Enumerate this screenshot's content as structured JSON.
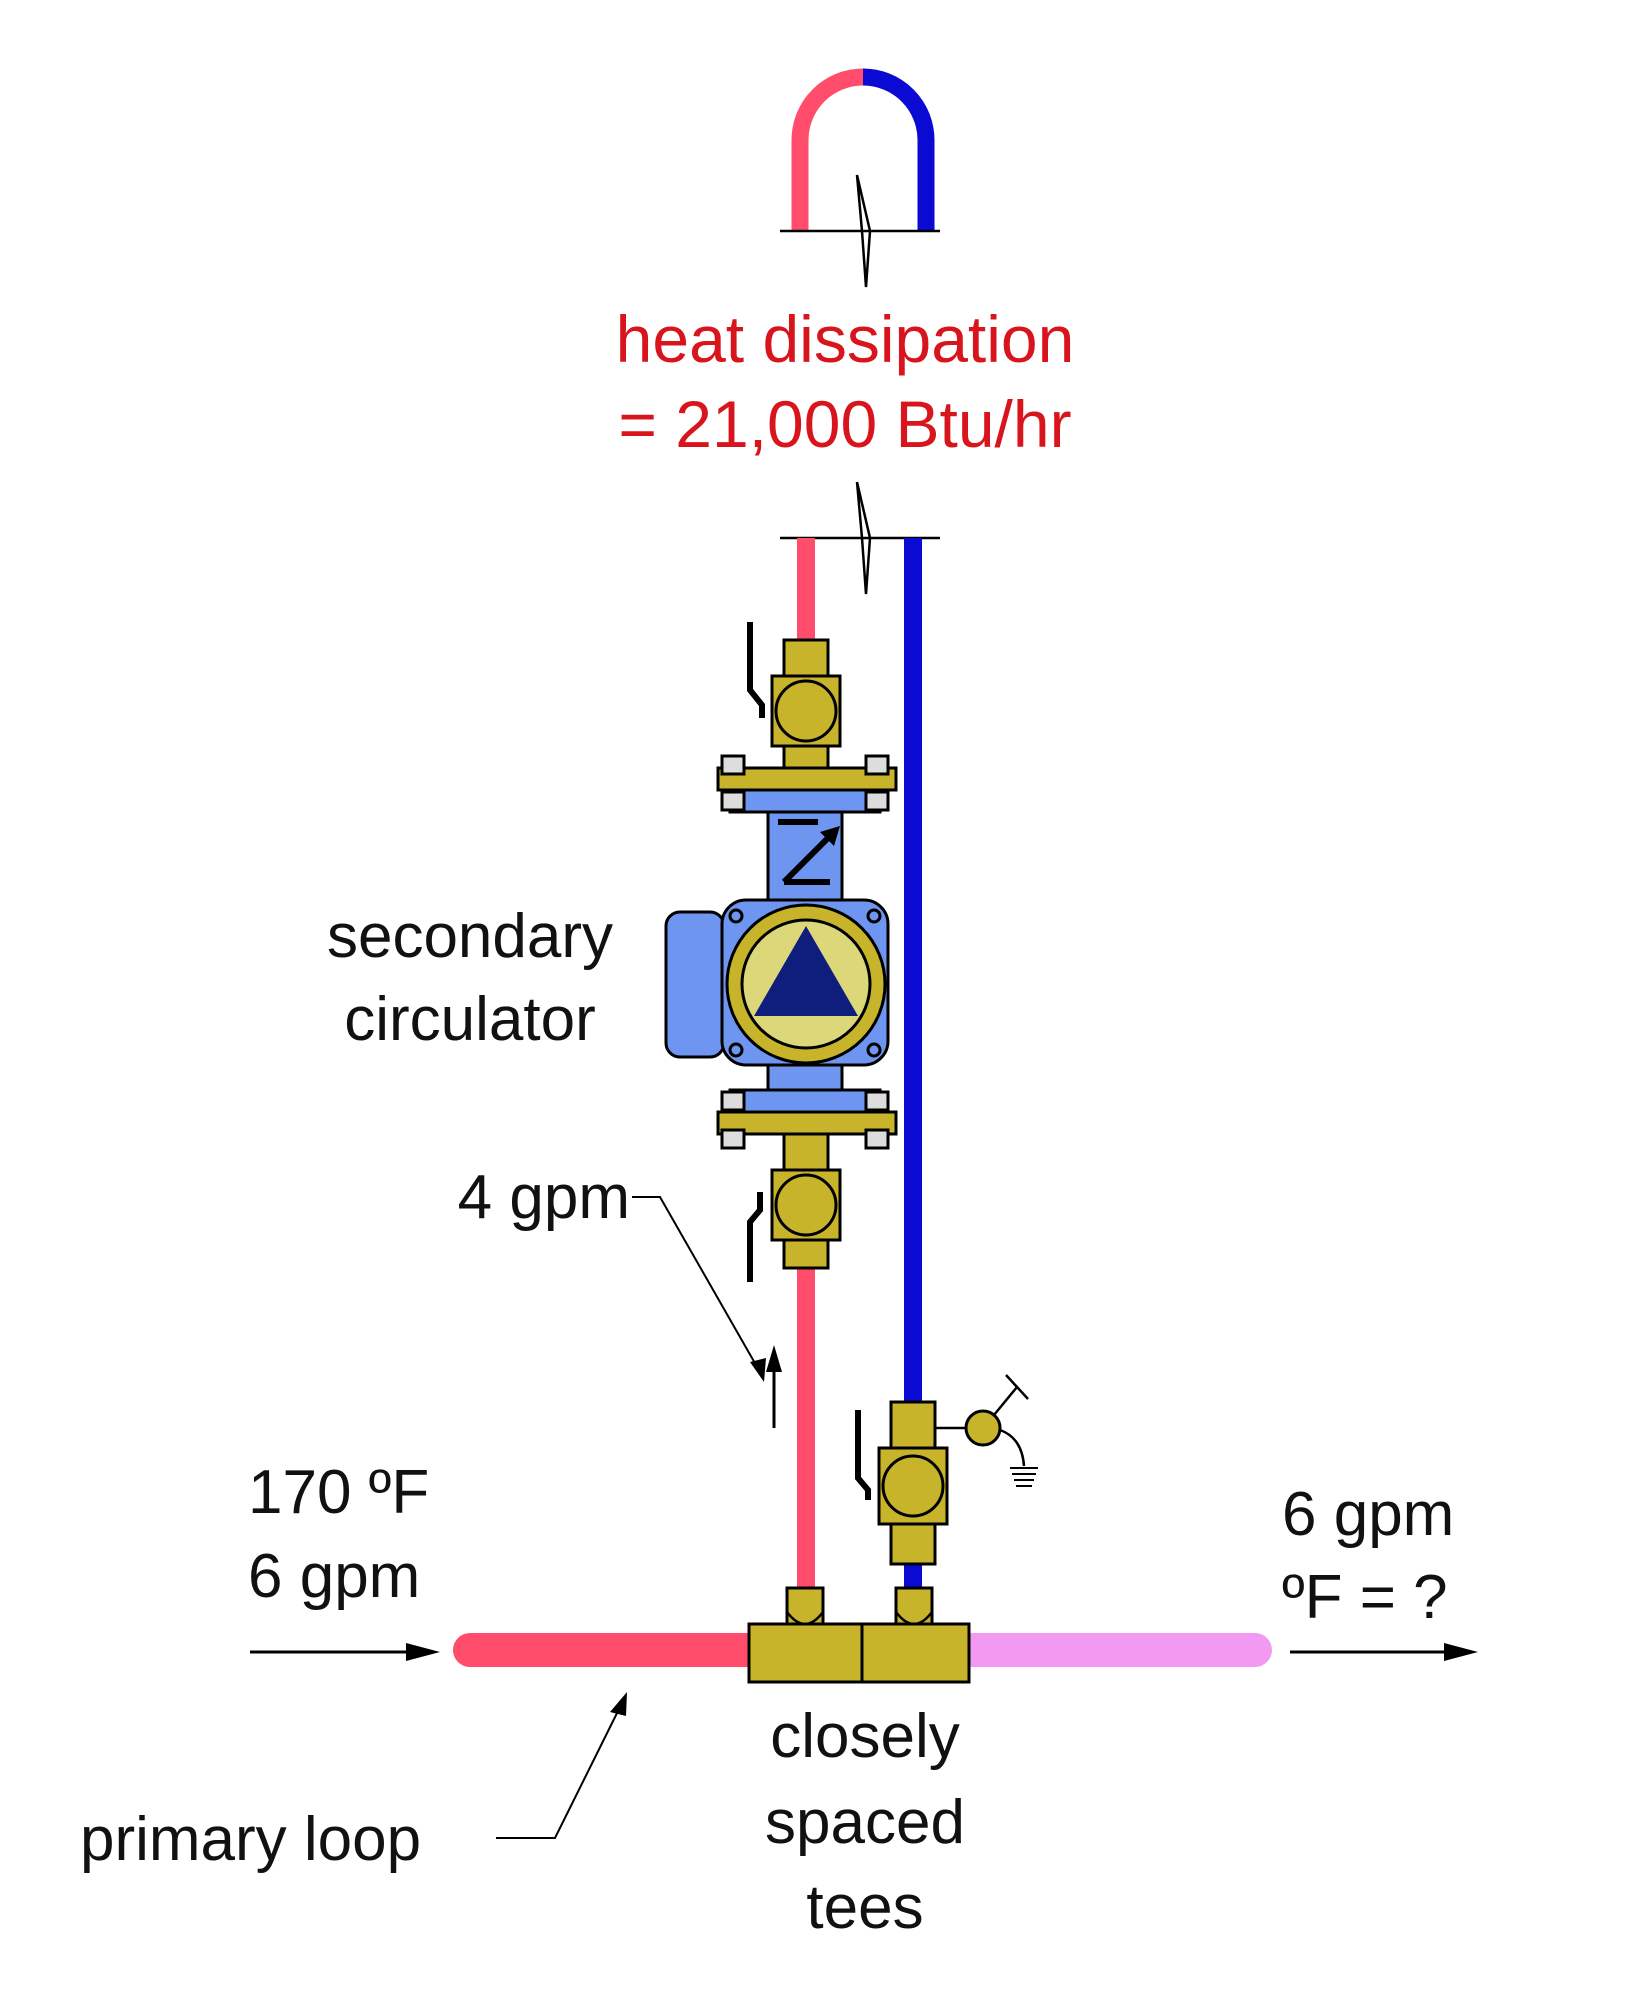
{
  "labels": {
    "heat_line1": "heat dissipation",
    "heat_line2": "= 21,000 Btu/hr",
    "circulator_line1": "secondary",
    "circulator_line2": "circulator",
    "secondary_flow": "4 gpm",
    "inlet_temp": "170 ºF",
    "inlet_flow": "6 gpm",
    "outlet_flow": "6 gpm",
    "outlet_temp": "ºF = ?",
    "primary_loop": "primary loop",
    "tees_line1": "closely",
    "tees_line2": "spaced",
    "tees_line3": "tees"
  },
  "colors": {
    "supply_pipe": "#ff4d6b",
    "return_pipe": "#0a0ad2",
    "mixed_pipe": "#f29af2",
    "brass": "#c8b42a",
    "circulator_body": "#6e96f0",
    "circulator_face": "#dcd87a",
    "circulator_triangle": "#0f1e7d",
    "label_red": "#d8141c"
  },
  "icons": {
    "circulator": "circulator-pump-icon",
    "valve": "ball-valve-icon",
    "drain": "drain-valve-icon",
    "break": "pipe-break-icon"
  }
}
